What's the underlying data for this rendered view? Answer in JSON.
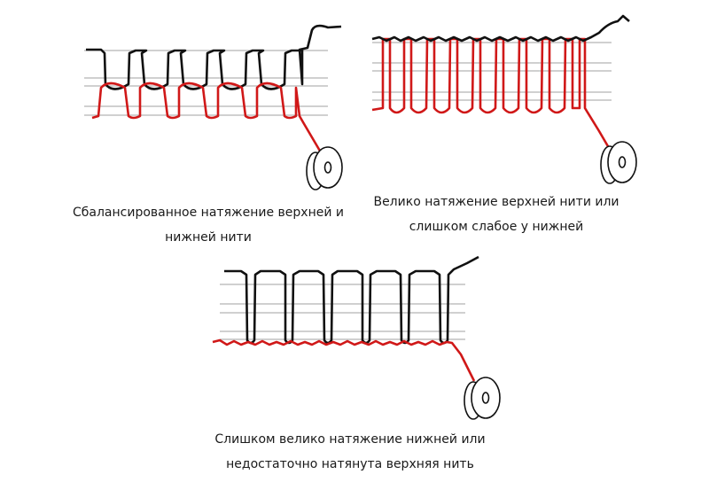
{
  "colors": {
    "upper_thread": "#111111",
    "lower_thread": "#d01818",
    "fabric_lines": "#b4b4b4",
    "bobbin": "#111111"
  },
  "diagrams": [
    {
      "id": "balanced",
      "caption_line1": "Сбалансированное натяжение верхней и",
      "caption_line2": "нижней нити"
    },
    {
      "id": "upper-too-tight",
      "caption_line1": "Велико натяжение верхней нити или",
      "caption_line2": "слишком слабое у нижней"
    },
    {
      "id": "lower-too-tight",
      "caption_line1": "Слишком велико натяжение нижней или",
      "caption_line2": "недостаточно натянута верхняя нить"
    }
  ]
}
